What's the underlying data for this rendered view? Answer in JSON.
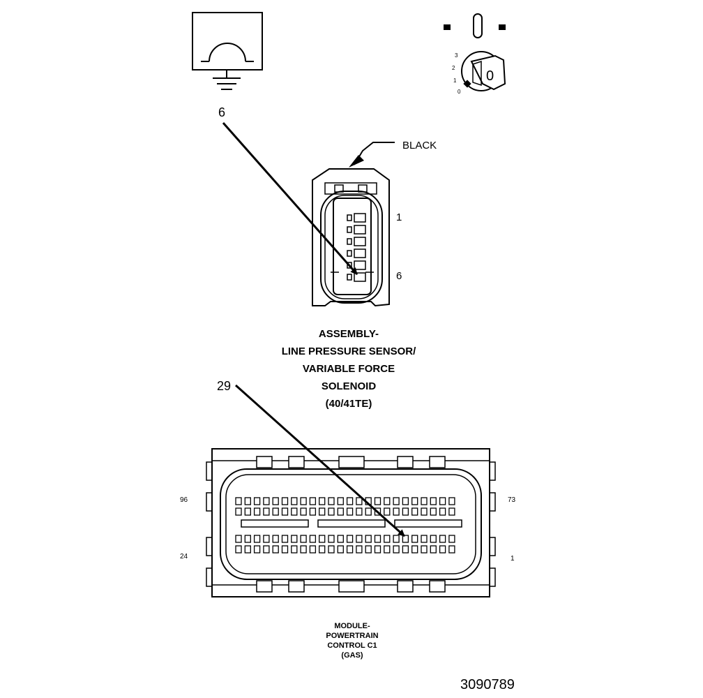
{
  "ignition_icon": {
    "positions": [
      "3",
      "2",
      "1",
      "0"
    ],
    "key_label": "0"
  },
  "connector_a": {
    "color_label": "BLACK",
    "pin_first": "1",
    "pin_last": "6",
    "callout": "6",
    "title_lines": [
      "ASSEMBLY-",
      "LINE PRESSURE SENSOR/",
      "VARIABLE FORCE",
      "SOLENOID",
      "(40/41TE)"
    ]
  },
  "connector_b": {
    "callout": "29",
    "corner_top_left": "96",
    "corner_top_right": "73",
    "corner_bottom_left": "24",
    "corner_bottom_right": "1",
    "title_lines": [
      "MODULE-",
      "POWERTRAIN",
      "CONTROL C1",
      "(GAS)"
    ]
  },
  "document_number": "3090789"
}
